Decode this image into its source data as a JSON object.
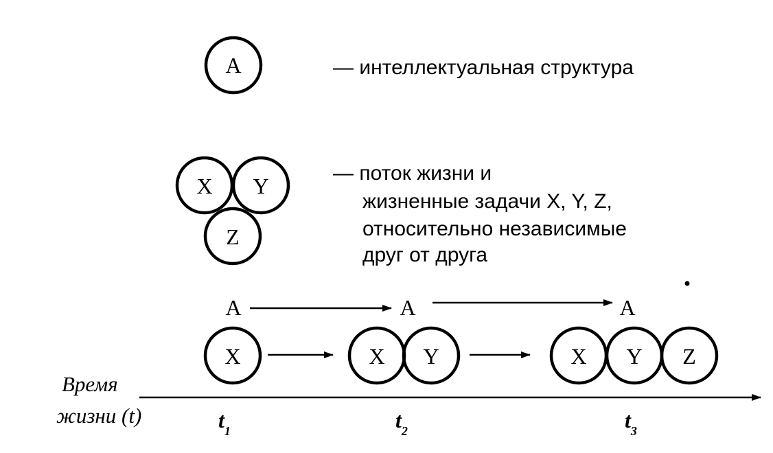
{
  "legend": {
    "structure_symbol": "A",
    "structure_text": "— интеллектуальная структура",
    "task_symbols": [
      "X",
      "Y",
      "Z"
    ],
    "flow_lines": [
      "— поток жизни и",
      "жизненные задачи X, Y, Z,",
      "относительно независимые",
      "друг от друга"
    ]
  },
  "timeline": {
    "axis_label_line1": "Время",
    "axis_label_line2": "жизни (t)",
    "stages": [
      {
        "structure": "A",
        "tasks": [
          "X"
        ],
        "tick": "t",
        "tick_sub": "1"
      },
      {
        "structure": "A",
        "tasks": [
          "X",
          "Y"
        ],
        "tick": "t",
        "tick_sub": "2"
      },
      {
        "structure": "A",
        "tasks": [
          "X",
          "Y",
          "Z"
        ],
        "tick": "t",
        "tick_sub": "3"
      }
    ]
  }
}
